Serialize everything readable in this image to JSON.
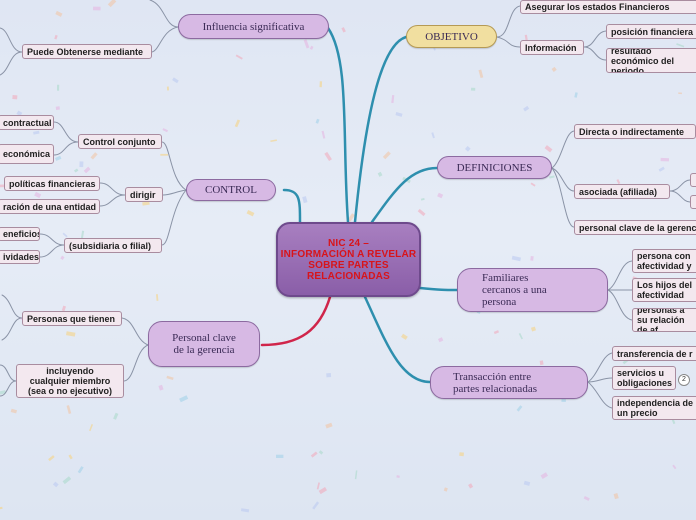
{
  "center": {
    "line1": "NIC 24 –",
    "line2": "INFORMACIÓN A REVELAR",
    "line3": "SOBRE PARTES RELACIONADAS"
  },
  "main_nodes": {
    "influencia": "Influencia significativa",
    "control": "CONTROL",
    "personal": "Personal clave de la gerencia",
    "objetivo": "OBJETIVO",
    "definiciones": "DEFINICIONES",
    "familiares": "Familiares cercanos a una persona",
    "transaccion": "Transacción entre partes relacionadas"
  },
  "left": {
    "puede_obtener": "Puede Obtenerse mediante",
    "control_conjunto": "Control conjunto",
    "contractual": "contractual",
    "economica": "económica",
    "dirigir": "dirigir",
    "politicas": "políticas financieras",
    "operacion": "ración de una entidad",
    "subsidiaria": "(subsidiaria o filial)",
    "beneficios": "eneficios",
    "actividades": "ividades",
    "personas_tienen": "Personas que tienen",
    "incluyendo": "incluyendo cualquier miembro (sea o no ejecutivo)"
  },
  "right": {
    "asegurar": "Asegurar los estados Financieros",
    "informacion": "Información",
    "posicion": "posición financiera",
    "resultado": "resultado económico del periodo",
    "directa": "Directa o indirectamente",
    "asociada": "asociada (afiliada)",
    "personal_clave": "personal clave de la gerencia",
    "persona_con": "persona con afectividad y",
    "hijos": "Los hijos del afectividad",
    "personas_a": "personas a su relación de af",
    "transferencia": "transferencia de r",
    "servicios": "servicios u obligaciones",
    "independencia": "independencia de un precio",
    "badge": "2"
  },
  "colors": {
    "link_teal": "#2e8fae",
    "link_red": "#d0254a",
    "link_grey": "#8a93a6",
    "node_purple": "#d7b9e4",
    "node_gold": "#f1dfa0",
    "center_purple": "#8a5ea8"
  }
}
